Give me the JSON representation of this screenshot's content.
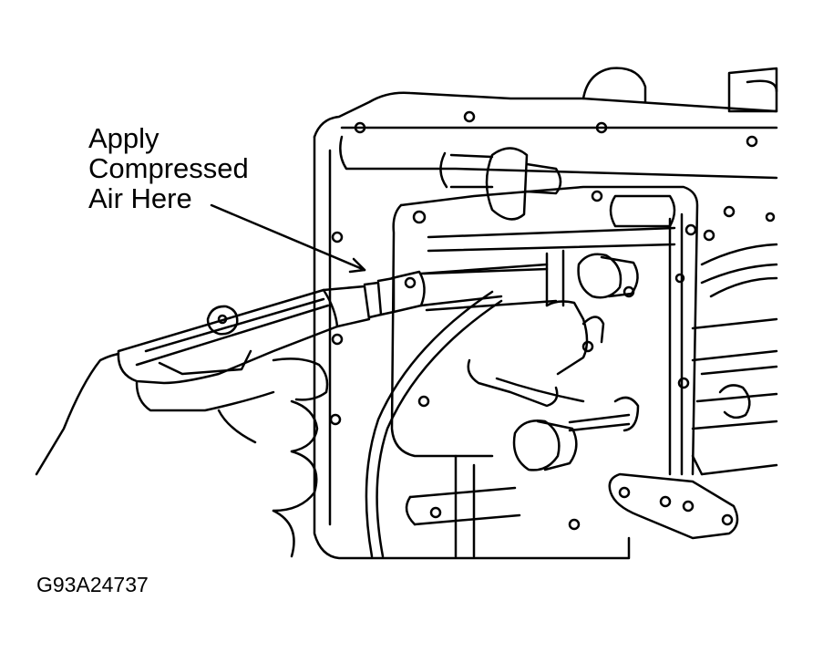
{
  "figure": {
    "callout_lines": [
      "Apply",
      "Compressed",
      "Air Here"
    ],
    "figure_id": "G93A24737",
    "ink_color": "#000000",
    "paper_color": "#ffffff"
  }
}
